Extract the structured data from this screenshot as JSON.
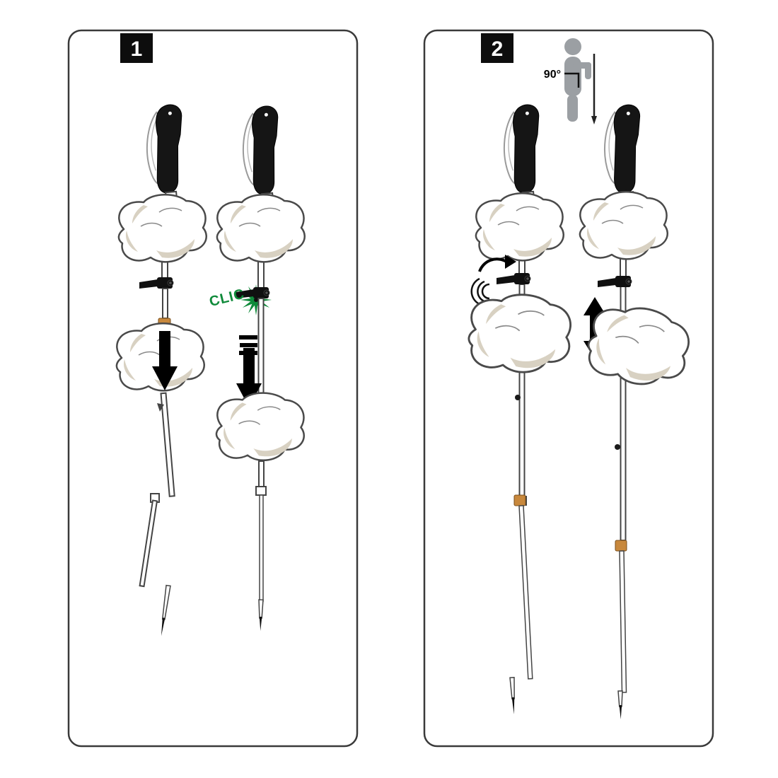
{
  "panel1": {
    "step_label": "1",
    "clic_label": "CLIC"
  },
  "panel2": {
    "step_label": "2",
    "angle_label": "90°"
  },
  "colors": {
    "badge_bg": "#0d0d0d",
    "accent_orange": "#c8883c",
    "accent_green": "#0f8a3a",
    "sketch_gray": "#9b9fa3"
  }
}
